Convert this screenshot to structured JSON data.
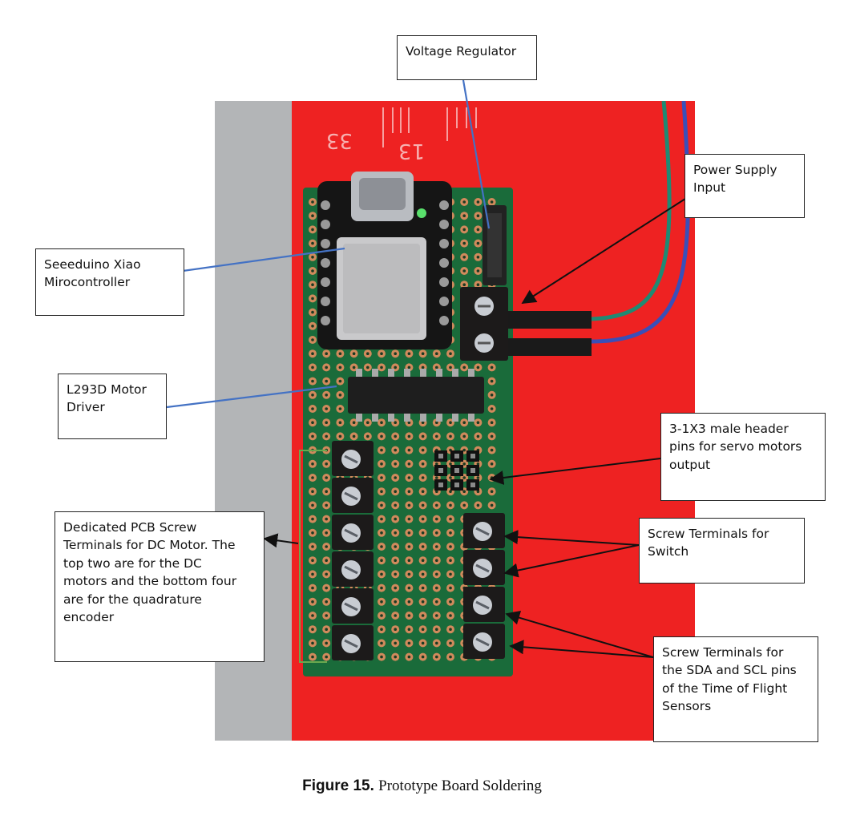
{
  "figure": {
    "label": "Figure 15.",
    "caption": "Prototype Board Soldering"
  },
  "photo": {
    "ruler_numbers": [
      "33",
      "13"
    ],
    "colors": {
      "wall": "#b3b5b7",
      "mat": "#ee2222",
      "pcb": "#1a6b3a",
      "pad": "#d08a5c",
      "terminal": "#1c1a1a",
      "screw": "#c8ccd2",
      "xiao_shield": "#c9c9cb",
      "usb": "#b9bcc1",
      "wire_green": "#1f8a73",
      "wire_blue": "#3a4fb8"
    }
  },
  "callouts": {
    "voltage_regulator": "Voltage Regulator",
    "power_supply_input": [
      "Power Supply",
      "Input"
    ],
    "xiao": [
      "Seeeduino Xiao",
      "Mirocontroller"
    ],
    "motor_driver": [
      "L293D Motor",
      "Driver"
    ],
    "header_pins": [
      "3-1X3 male header",
      "pins for servo motors",
      "output"
    ],
    "dc_terminals": [
      "Dedicated PCB Screw",
      "Terminals for DC Motor. The",
      "top two are for the DC",
      "motors and the bottom four",
      "are for the quadrature",
      "encoder"
    ],
    "switch_terminals": [
      "Screw Terminals for",
      "Switch"
    ],
    "sda_scl_terminals": [
      "Screw Terminals for",
      "the SDA and SCL pins",
      "of the Time of Flight",
      "Sensors"
    ]
  },
  "arrow_colors": {
    "blue": "#4472c4",
    "black": "#111111",
    "green_bracket": "#6aa84f"
  }
}
